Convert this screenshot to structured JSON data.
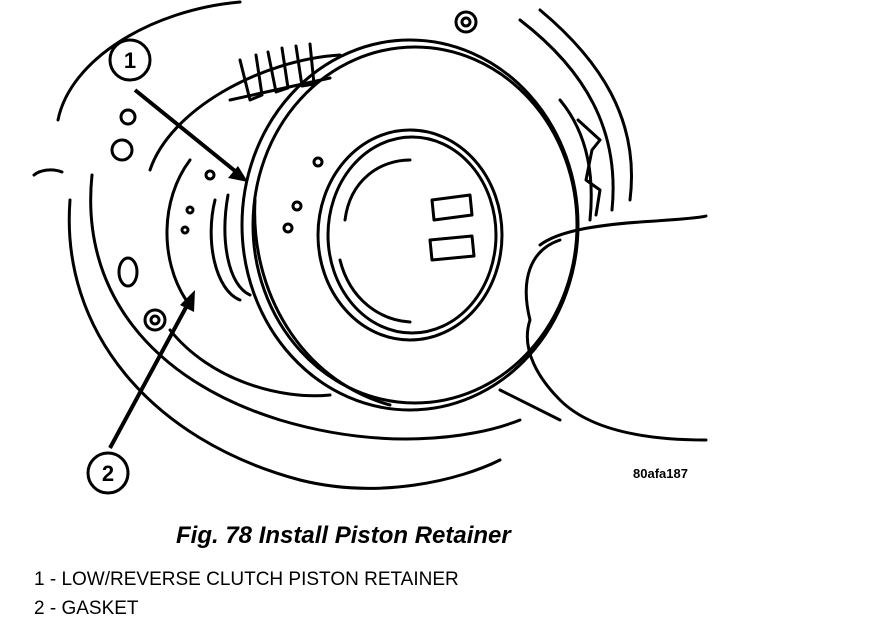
{
  "callouts": [
    {
      "number": "1"
    },
    {
      "number": "2"
    }
  ],
  "figure_code": "80afa187",
  "caption": "Fig. 78 Install Piston Retainer",
  "legend": [
    "1 - LOW/REVERSE CLUTCH PISTON RETAINER",
    "2 - GASKET"
  ]
}
